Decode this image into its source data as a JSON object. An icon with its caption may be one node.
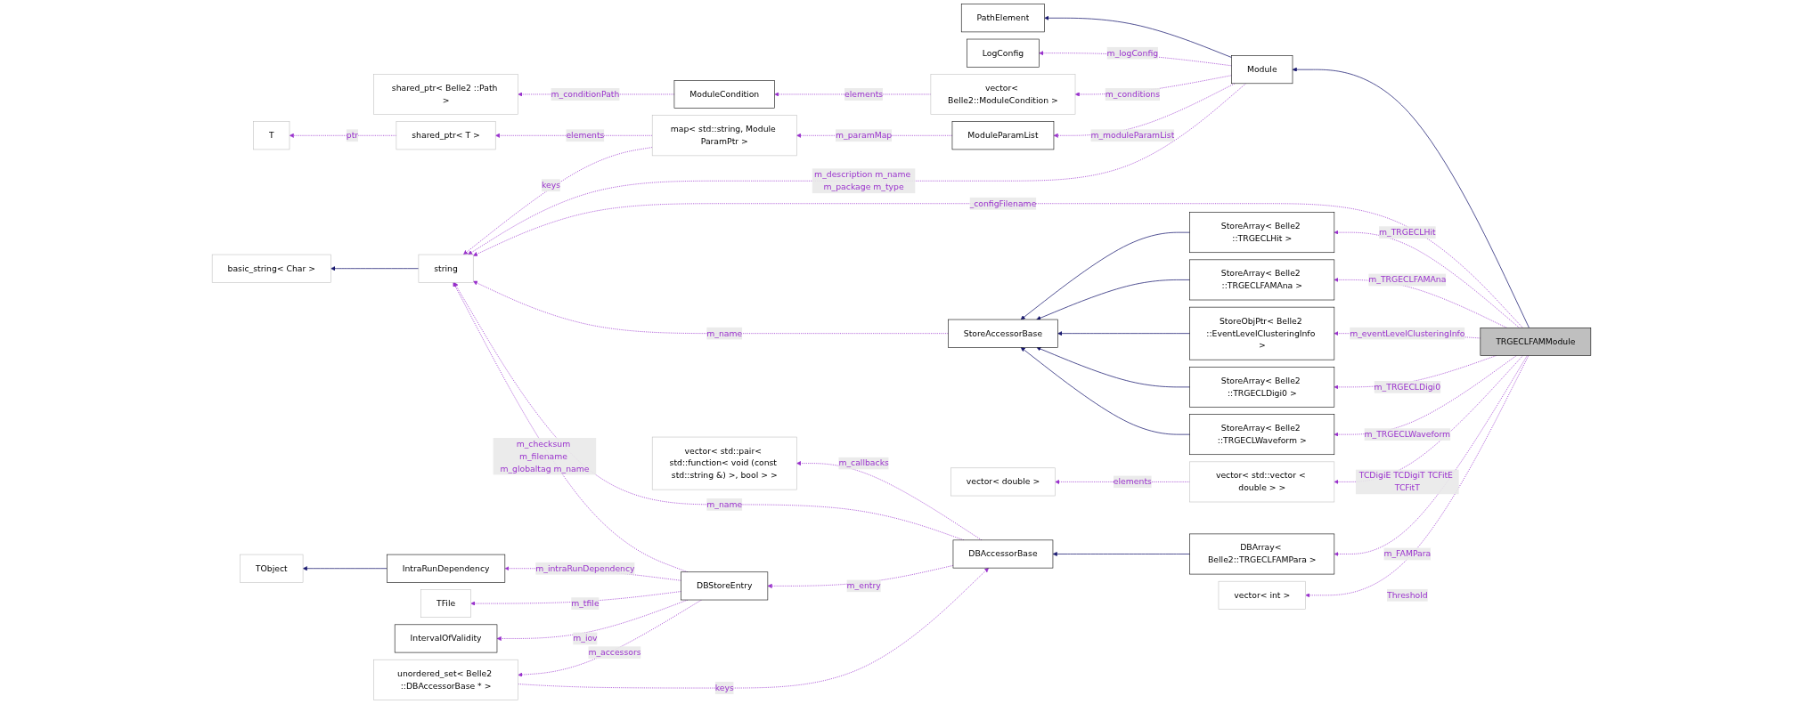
{
  "diagram": {
    "nodes": [
      {
        "text": [
          "TRGECLFAMModule"
        ]
      },
      {
        "text": [
          "Module"
        ]
      },
      {
        "text": [
          "PathElement"
        ]
      },
      {
        "text": [
          "LogConfig"
        ]
      },
      {
        "text": [
          "vector< Belle2::ModuleCondition >"
        ]
      },
      {
        "text": [
          "ModuleCondition"
        ]
      },
      {
        "text": [
          "shared_ptr< Belle2 ::Path >"
        ]
      },
      {
        "text": [
          "ModuleParamList"
        ]
      },
      {
        "text": [
          "map< std::string, Module ParamPtr >"
        ]
      },
      {
        "text": [
          "shared_ptr< T >"
        ]
      },
      {
        "text": [
          "T"
        ]
      },
      {
        "text": [
          "string"
        ]
      },
      {
        "text": [
          "basic_string< Char >"
        ]
      },
      {
        "text": [
          "StoreAccessorBase"
        ]
      },
      {
        "text": [
          "StoreArray< Belle2 ::TRGECLHit >"
        ]
      },
      {
        "text": [
          "StoreArray< Belle2 ::TRGECLFAMAna >"
        ]
      },
      {
        "text": [
          "StoreObjPtr< Belle2 ::EventLevelClusteringInfo >"
        ]
      },
      {
        "text": [
          "StoreArray< Belle2 ::TRGECLDigi0 >"
        ]
      },
      {
        "text": [
          "StoreArray< Belle2 ::TRGECLWaveform >"
        ]
      },
      {
        "text": [
          "vector< std::pair< std::function< void (const std::string &) >, bool > >"
        ]
      },
      {
        "text": [
          "vector< double >"
        ]
      },
      {
        "text": [
          "vector< std::vector < double > >"
        ]
      },
      {
        "text": [
          "DBAccessorBase"
        ]
      },
      {
        "text": [
          "DBArray< Belle2::TRGECLFAMPara >"
        ]
      },
      {
        "text": [
          "DBStoreEntry"
        ]
      },
      {
        "text": [
          "IntraRunDependency"
        ]
      },
      {
        "text": [
          "TObject"
        ]
      },
      {
        "text": [
          "TFile"
        ]
      },
      {
        "text": [
          "IntervalOfValidity"
        ]
      },
      {
        "text": [
          "vector< int >"
        ]
      },
      {
        "text": [
          "unordered_set< Belle2 ::DBAccessorBase * >"
        ]
      }
    ],
    "edges": [
      {
        "from": 0,
        "to": 1,
        "arrow": "to",
        "color": "#191970"
      },
      {
        "from": 1,
        "to": 2,
        "arrow": "to",
        "color": "#191970"
      },
      {
        "from": 1,
        "to": 3,
        "arrow": "to",
        "style": "dashed",
        "label": "m_logConfig"
      },
      {
        "from": 1,
        "to": 4,
        "arrow": "to",
        "style": "dashed",
        "label": "m_conditions"
      },
      {
        "from": 4,
        "to": 5,
        "arrow": "to",
        "style": "dashed",
        "label": "elements"
      },
      {
        "from": 5,
        "to": 6,
        "arrow": "to",
        "style": "dashed",
        "label": "m_conditionPath"
      },
      {
        "from": 1,
        "to": 7,
        "arrow": "to",
        "style": "dashed",
        "label": "m_moduleParamList"
      },
      {
        "from": 7,
        "to": 8,
        "arrow": "to",
        "style": "dashed",
        "label": "m_paramMap"
      },
      {
        "from": 8,
        "to": 9,
        "arrow": "to",
        "style": "dashed",
        "label": "elements"
      },
      {
        "from": 9,
        "to": 10,
        "arrow": "to",
        "style": "dashed",
        "label": "ptr"
      },
      {
        "from": 8,
        "to": 11,
        "arrow": "to",
        "style": "dashed",
        "label": "keys"
      },
      {
        "from": 1,
        "to": 11,
        "arrow": "to",
        "style": "dashed",
        "label": "m_description m_name m_package m_type"
      },
      {
        "from": 0,
        "to": 11,
        "arrow": "to",
        "style": "dashed",
        "label": "_configFilename"
      },
      {
        "from": 11,
        "to": 12,
        "arrow": "to",
        "color": "#191970"
      },
      {
        "from": 13,
        "to": 11,
        "arrow": "to",
        "style": "dashed",
        "label": "m_name"
      },
      {
        "from": 14,
        "to": 13,
        "arrow": "to",
        "color": "#191970"
      },
      {
        "from": 15,
        "to": 13,
        "arrow": "to",
        "color": "#191970"
      },
      {
        "from": 16,
        "to": 13,
        "arrow": "to",
        "color": "#191970"
      },
      {
        "from": 17,
        "to": 13,
        "arrow": "to",
        "color": "#191970"
      },
      {
        "from": 18,
        "to": 13,
        "arrow": "to",
        "color": "#191970"
      },
      {
        "from": 0,
        "to": 14,
        "arrow": "to",
        "style": "dashed",
        "label": "m_TRGECLHit"
      },
      {
        "from": 0,
        "to": 15,
        "arrow": "to",
        "style": "dashed",
        "label": "m_TRGECLFAMAna"
      },
      {
        "from": 0,
        "to": 16,
        "arrow": "to",
        "style": "dashed",
        "label": "m_eventLevelClusteringInfo"
      },
      {
        "from": 0,
        "to": 17,
        "arrow": "to",
        "style": "dashed",
        "label": "m_TRGECLDigi0"
      },
      {
        "from": 0,
        "to": 18,
        "arrow": "to",
        "style": "dashed",
        "label": "m_TRGECLWaveform"
      },
      {
        "from": 22,
        "to": 19,
        "arrow": "to",
        "style": "dashed",
        "label": "m_callbacks"
      },
      {
        "from": 22,
        "to": 11,
        "arrow": "to",
        "style": "dashed",
        "label": "m_name"
      },
      {
        "from": 24,
        "to": 11,
        "arrow": "to",
        "style": "dashed",
        "label": "m_checksum m_filename m_globaltag m_name"
      },
      {
        "from": 21,
        "to": 20,
        "arrow": "to",
        "style": "dashed",
        "label": "elements"
      },
      {
        "from": 0,
        "to": 21,
        "arrow": "to",
        "style": "dashed",
        "label": "TCDigiE TCDigiT TCFitE TCFitT"
      },
      {
        "from": 23,
        "to": 22,
        "arrow": "to",
        "color": "#191970"
      },
      {
        "from": 0,
        "to": 23,
        "arrow": "to",
        "style": "dashed",
        "label": "m_FAMPara"
      },
      {
        "from": 0,
        "to": 29,
        "arrow": "to",
        "style": "dashed",
        "label": "Threshold"
      },
      {
        "from": 22,
        "to": 24,
        "arrow": "to",
        "style": "dashed",
        "label": "m_entry"
      },
      {
        "from": 24,
        "to": 25,
        "arrow": "to",
        "style": "dashed",
        "label": "m_intraRunDependency"
      },
      {
        "from": 25,
        "to": 26,
        "arrow": "to",
        "color": "#191970"
      },
      {
        "from": 24,
        "to": 27,
        "arrow": "to",
        "style": "dashed",
        "label": "m_tfile"
      },
      {
        "from": 24,
        "to": 28,
        "arrow": "to",
        "style": "dashed",
        "label": "m_iov"
      },
      {
        "from": 24,
        "to": 30,
        "arrow": "to",
        "style": "dashed",
        "label": "m_accessors"
      },
      {
        "from": 30,
        "to": 22,
        "arrow": "to",
        "style": "dashed",
        "label": "keys"
      }
    ]
  }
}
